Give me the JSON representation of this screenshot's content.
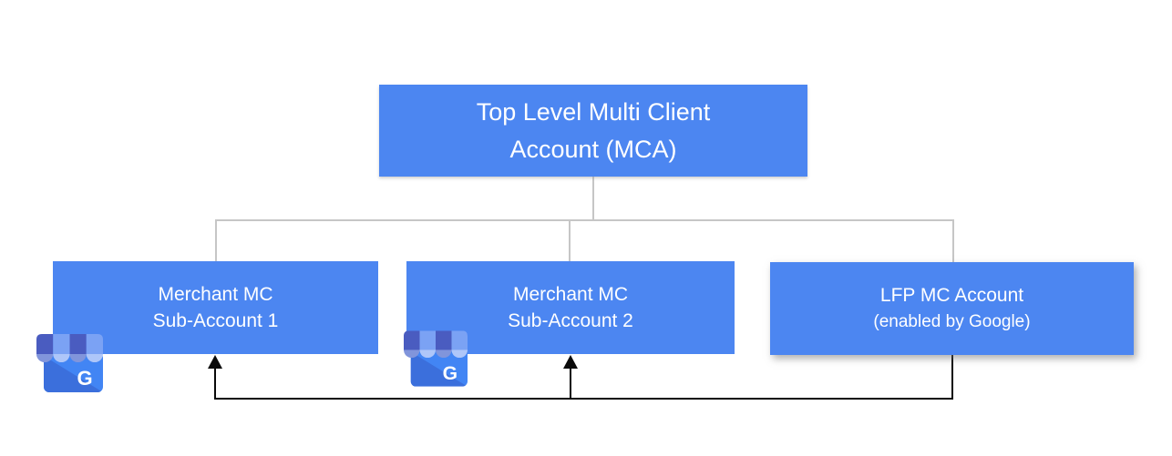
{
  "diagram": {
    "root": {
      "line1": "Top Level Multi Client",
      "line2": "Account (MCA)"
    },
    "nodes": [
      {
        "line1": "Merchant MC",
        "line2": "Sub-Account 1",
        "icon": "google-business-icon"
      },
      {
        "line1": "Merchant MC",
        "line2": "Sub-Account 2",
        "icon": "google-business-icon"
      },
      {
        "line1": "LFP MC Account",
        "line2": "(enabled by Google)"
      }
    ],
    "icon_letter": "G",
    "colors": {
      "node_fill": "#4C86F1",
      "node_text": "#FFFFFF",
      "hierarchy_line": "#C6C6C6",
      "feed_line": "#0A0A0A",
      "icon_body": "#4285F4",
      "icon_body_shade": "#3B6FDC",
      "icon_awning_dark": "#4A5CC0",
      "icon_awning_light": "#7BA2F4",
      "icon_scallop_dark": "#8195DB",
      "icon_scallop_light": "#AEC6F9"
    }
  }
}
